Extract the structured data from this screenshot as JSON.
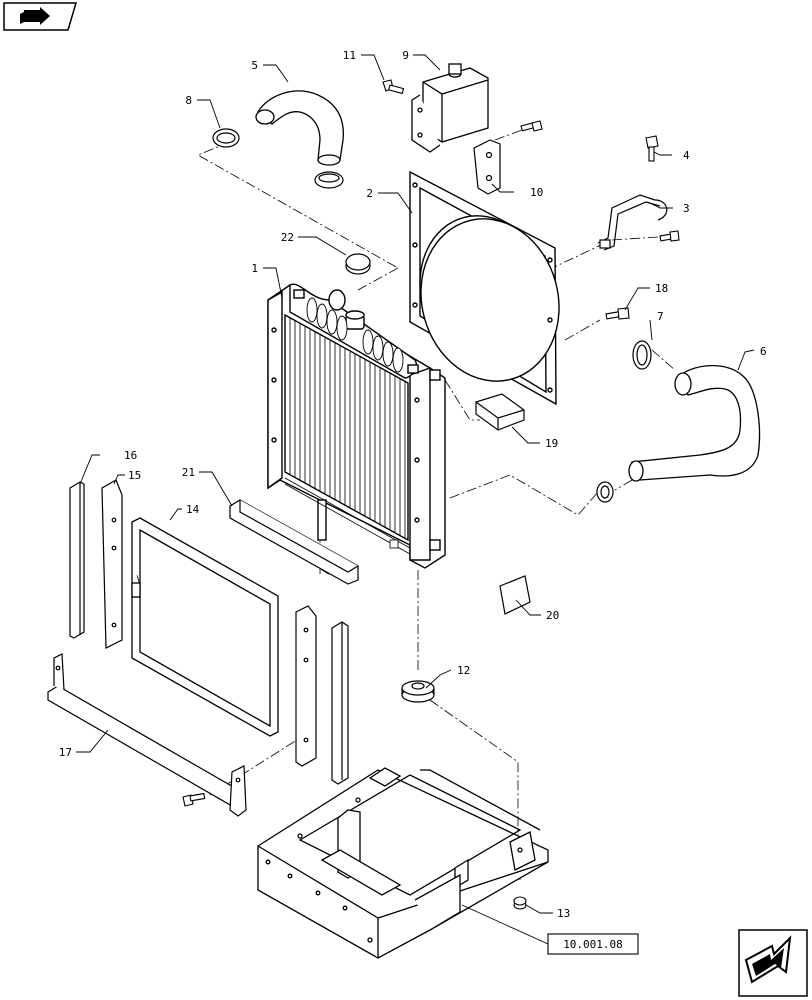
{
  "nav": {
    "top_left_icon": "book-arrow-icon",
    "bottom_right_icon": "next-arrow-icon"
  },
  "callouts": {
    "c1": "1",
    "c2": "2",
    "c3": "3",
    "c4": "4",
    "c5": "5",
    "c6": "6",
    "c7": "7",
    "c8": "8",
    "c9": "9",
    "c10": "10",
    "c11": "11",
    "c12": "12",
    "c13": "13",
    "c14": "14",
    "c15": "15",
    "c16": "16",
    "c17": "17",
    "c18": "18",
    "c19": "19",
    "c20": "20",
    "c21": "21",
    "c22": "22"
  },
  "reference": {
    "label": "10.001.08"
  }
}
